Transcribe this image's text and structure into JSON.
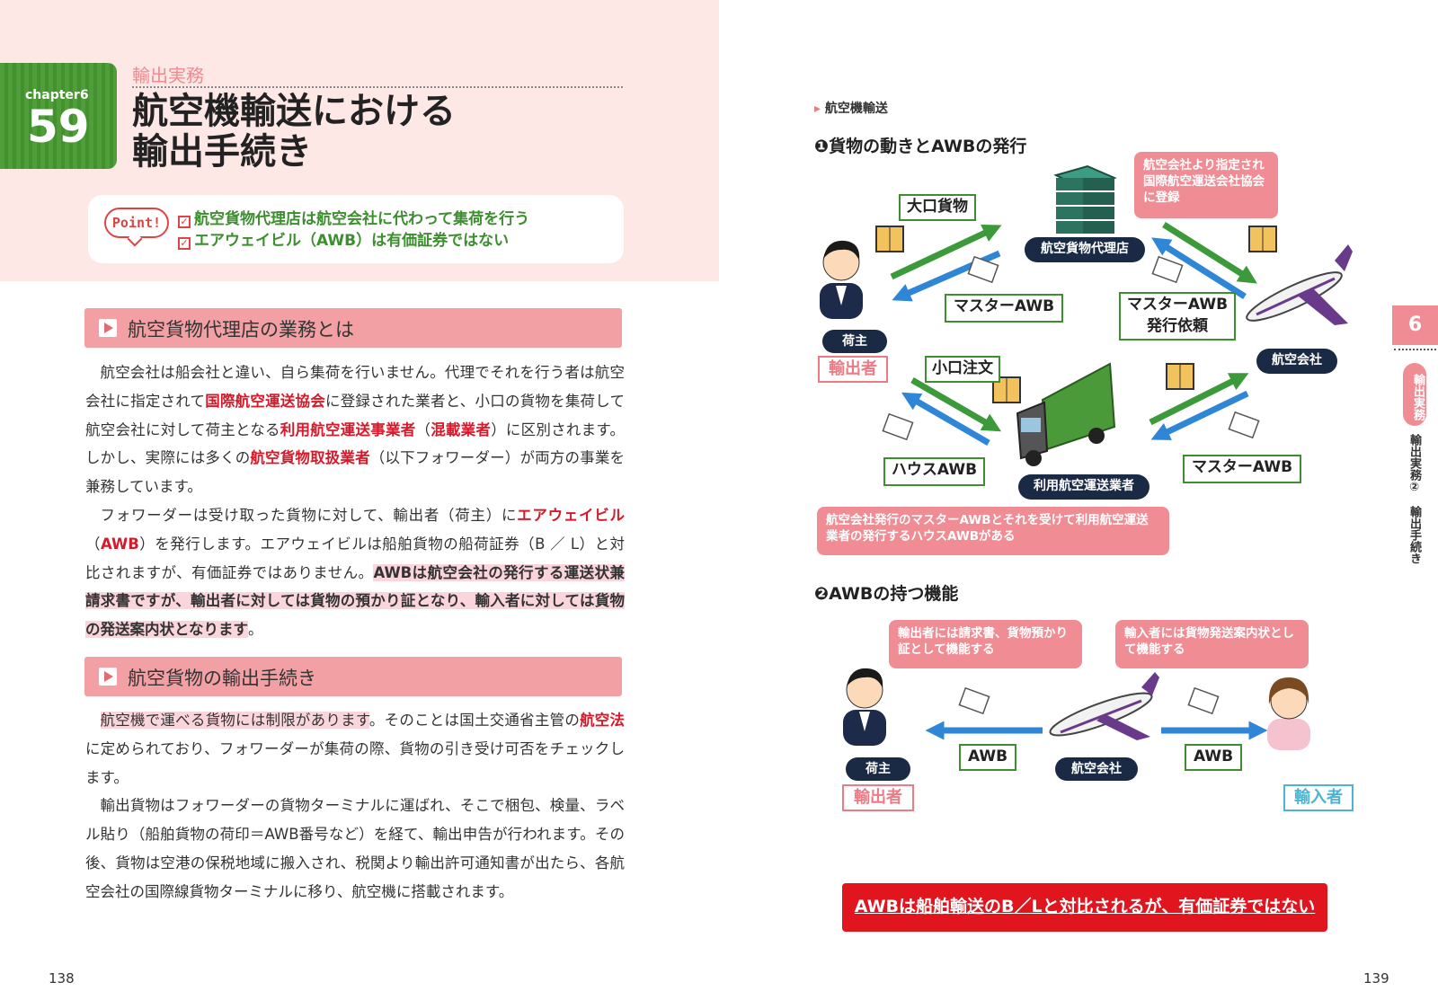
{
  "left": {
    "chapter_label": "chapter6",
    "chapter_number": "59",
    "category": "輸出実務",
    "title_line1": "航空機輸送における",
    "title_line2": "輸出手続き",
    "point_badge": "Point!",
    "points": [
      "航空貨物代理店は航空会社に代わって集荷を行う",
      "エアウェイビル（AWB）は有価証券ではない"
    ],
    "section1_title": "航空貨物代理店の業務とは",
    "p1": [
      {
        "t": "航空会社は船会社と違い、自ら集荷を行いません。代理でそれを行う者は航空会社に指定されて"
      },
      {
        "t": "国際航空運送協会",
        "s": "kw"
      },
      {
        "t": "に登録された業者と、小口の貨物を集荷して航空会社に対して荷主となる"
      },
      {
        "t": "利用航空運送事業者",
        "s": "kw"
      },
      {
        "t": "（"
      },
      {
        "t": "混載業者",
        "s": "kw"
      },
      {
        "t": "）に区別されます。しかし、実際には多くの"
      },
      {
        "t": "航空貨物取扱業者",
        "s": "kw"
      },
      {
        "t": "（以下フォワーダー）が両方の事業を兼務しています。"
      }
    ],
    "p2": [
      {
        "t": "フォワーダーは受け取った貨物に対して、輸出者（荷主）に"
      },
      {
        "t": "エアウェイビル",
        "s": "kw"
      },
      {
        "t": "（"
      },
      {
        "t": "AWB",
        "s": "kw"
      },
      {
        "t": "）を発行します。エアウェイビルは船舶貨物の船荷証券（B ／ L）と対比されますが、有価証券ではありません。"
      },
      {
        "t": "AWBは航空会社の発行する運送状兼請求書ですが、輸出者に対しては貨物の預かり証となり、輸入者に対しては貨物の発送案内状となります",
        "s": "hlb"
      },
      {
        "t": "。"
      }
    ],
    "section2_title": "航空貨物の輸出手続き",
    "p3": [
      {
        "t": "航空機で運べる貨物には制限があります",
        "s": "hl"
      },
      {
        "t": "。そのことは国土交通省主管の"
      },
      {
        "t": "航空法",
        "s": "kw"
      },
      {
        "t": "に定められており、フォワーダーが集荷の際、貨物の引き受け可否をチェックします。"
      }
    ],
    "p4": [
      {
        "t": "輸出貨物はフォワーダーの貨物ターミナルに運ばれ、そこで梱包、検量、ラベル貼り（船舶貨物の荷印＝AWB番号など）を経て、輸出申告が行われます。その後、貨物は空港の保税地域に搬入され、税関より輸出許可通知書が出たら、各航空会社の国際線貨物ターミナルに移り、航空機に搭載されます。"
      }
    ],
    "page_number": "138"
  },
  "right": {
    "section_label": "航空機輸送",
    "fig1_title": "❶貨物の動きとAWBの発行",
    "fig1": {
      "bubble_agent": "航空会社より指定され国際航空運送会社協会に登録",
      "large_cargo": "大口貨物",
      "agent": "航空貨物代理店",
      "master_awb_left": "マスターAWB",
      "master_awb_request": "マスターAWB\n発行依頼",
      "shipper": "荷主",
      "exporter": "輸出者",
      "airline": "航空会社",
      "small_order": "小口注文",
      "house_awb": "ハウスAWB",
      "consolidator": "利用航空運送業者",
      "master_awb_right": "マスターAWB",
      "bubble_bottom": "航空会社発行のマスターAWBとそれを受けて利用航空運送業者の発行するハウスAWBがある"
    },
    "fig2_title": "❷AWBの持つ機能",
    "fig2": {
      "bubble_left": "輸出者には請求書、貨物預かり証として機能する",
      "bubble_right": "輸入者には貨物発送案内状として機能する",
      "awb_left": "AWB",
      "awb_right": "AWB",
      "shipper": "荷主",
      "exporter": "輸出者",
      "airline": "航空会社",
      "importer": "輸入者"
    },
    "summary": "AWBは船舶輸送のB／Lと対比されるが、有価証券ではない",
    "tab_number": "6",
    "side_category": "輸出実務",
    "side_text": "輸出実務②　輸出手続き",
    "page_number": "139"
  }
}
